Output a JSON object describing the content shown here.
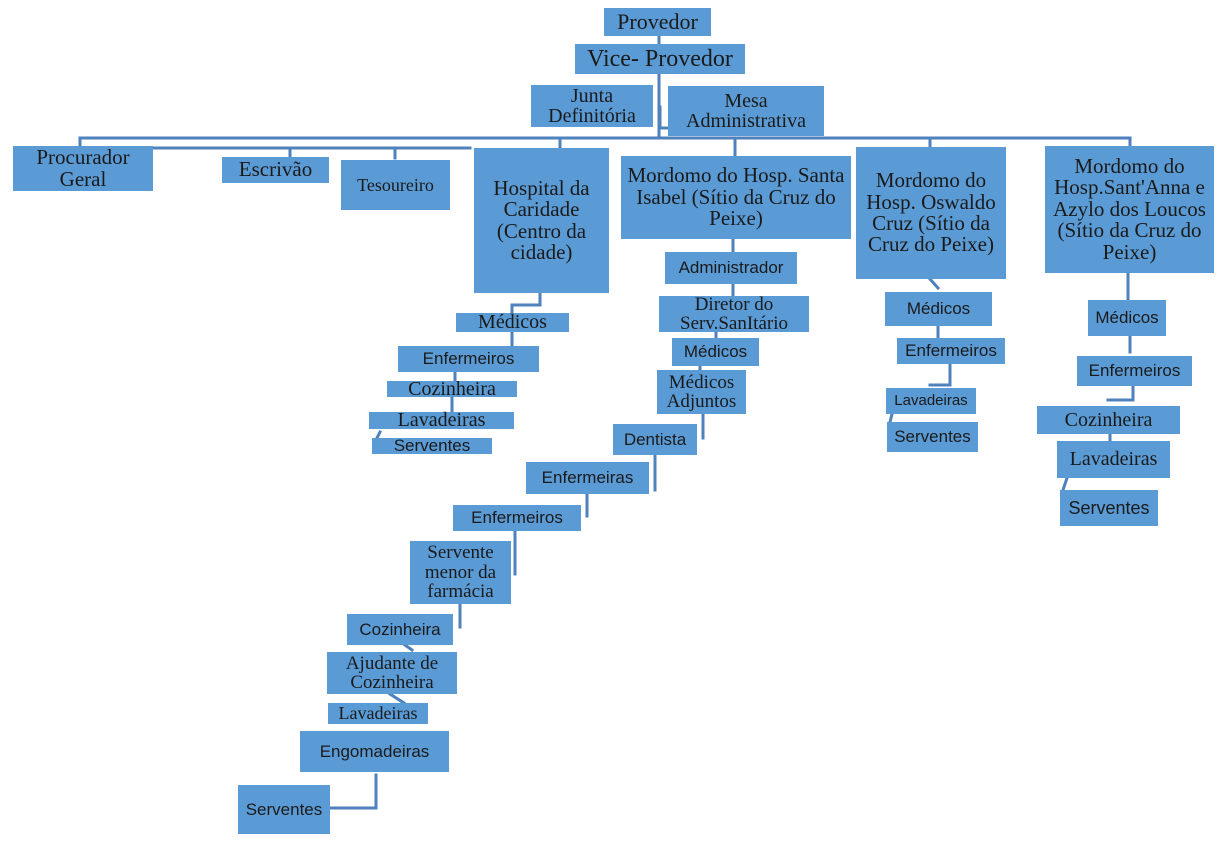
{
  "provedor": "Provedor",
  "vice_provedor": "Vice- Provedor",
  "junta_definitoria": "Junta Definitória",
  "mesa_administrativa": "Mesa Administrativa",
  "procurador_geral": "Procurador Geral",
  "escrivao": "Escrivão",
  "tesoureiro": "Tesoureiro",
  "hospital_caridade": {
    "title": "Hospital da Caridade (Centro da cidade)",
    "staff": [
      "Médicos",
      "Enfermeiros",
      "Cozinheira",
      "Lavadeiras",
      "Serventes"
    ]
  },
  "santa_isabel": {
    "title": "Mordomo do Hosp. Santa Isabel (Sítio da Cruz do Peixe)",
    "staff": [
      "Administrador",
      "Diretor do Serv.SanItário",
      "Médicos",
      "Médicos Adjuntos",
      "Dentista",
      "Enfermeiras",
      "Enfermeiros",
      "Servente menor da farmácia",
      "Cozinheira",
      "Ajudante de Cozinheira",
      "Lavadeiras",
      "Engomadeiras",
      "Serventes"
    ]
  },
  "oswaldo_cruz": {
    "title": "Mordomo do Hosp. Oswaldo Cruz (Sítio da Cruz do Peixe)",
    "staff": [
      "Médicos",
      "Enfermeiros",
      "Lavadeiras",
      "Serventes"
    ]
  },
  "santanna": {
    "title": "Mordomo do Hosp.Sant'Anna e Azylo dos Loucos (Sítio da Cruz do Peixe)",
    "staff": [
      "Médicos",
      "Enfermeiros",
      "Cozinheira",
      "Lavadeiras",
      "Serventes"
    ]
  },
  "colors": {
    "box": "#5b9bd5",
    "connector": "#4f81bd",
    "text": "#1a1a1a"
  }
}
